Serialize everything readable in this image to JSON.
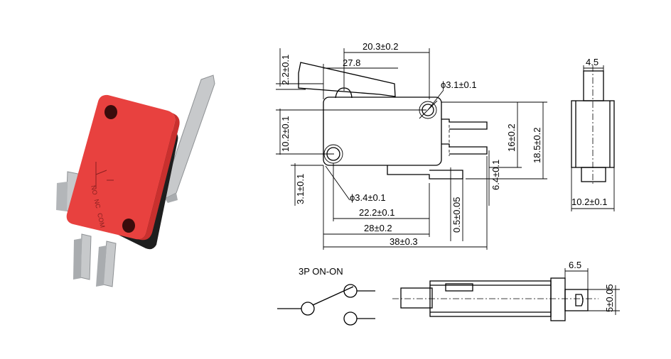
{
  "colors": {
    "switch_body": "#e8413f",
    "switch_body_shade": "#c9302e",
    "switch_base": "#1e1e1e",
    "metal": "#c7c9cb",
    "metal_dark": "#8e9194",
    "line": "#000000"
  },
  "photo": {
    "body_mark_1": "NO",
    "body_mark_2": "NC",
    "body_mark_3": "COM"
  },
  "dimensions": {
    "lever_reach": "20.3±0.2",
    "lever_length": "27.8",
    "lever_thickness": "2.2±0.1",
    "upper_hole": "ϕ3.1±0.1",
    "body_height": "10.2±0.1",
    "terminal_16": "16±0.2",
    "terminal_18_5": "18.5±0.2",
    "terminal_6_4": "6.4±0.1",
    "hole_offset": "3.1±0.1",
    "lower_hole": "ϕ3.4±0.1",
    "hole_spacing": "22.2±0.1",
    "offset_0_5": "0.5±0.05",
    "length_28": "28±0.2",
    "overall_length": "38±0.3",
    "side_top": "4.5",
    "side_width": "10.2±0.1",
    "terminal_width": "6.5",
    "terminal_thickness": "5±0.05"
  },
  "schematic": {
    "title": "3P ON-ON"
  }
}
